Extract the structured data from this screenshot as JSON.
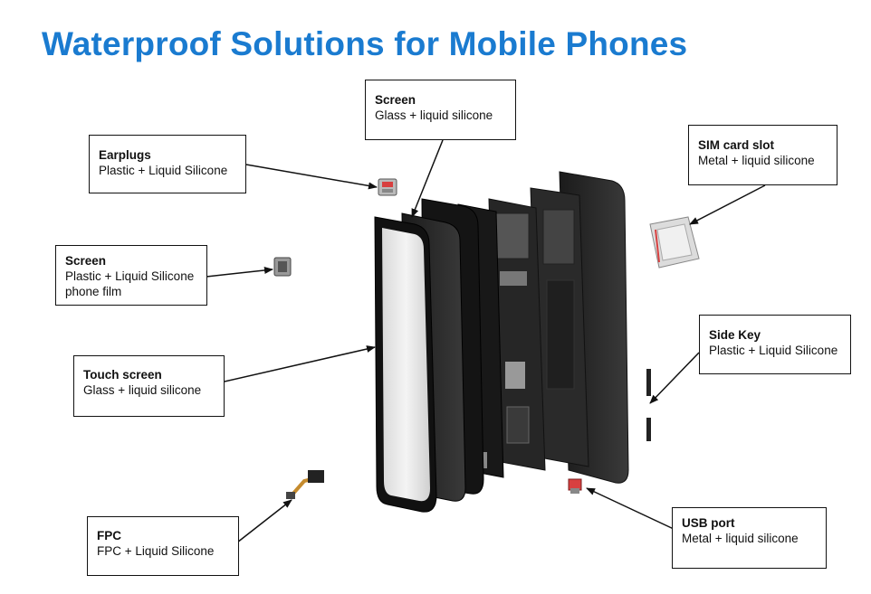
{
  "title": "Waterproof Solutions for Mobile Phones",
  "callouts": {
    "screen_top": {
      "name": "Screen",
      "desc": "Glass + liquid silicone"
    },
    "earplugs": {
      "name": "Earplugs",
      "desc": "Plastic + Liquid Silicone"
    },
    "sim": {
      "name": "SIM card slot",
      "desc": "Metal + liquid silicone"
    },
    "screen_film": {
      "name": "Screen",
      "desc": "Plastic + Liquid Silicone\nphone film"
    },
    "touch": {
      "name": "Touch screen",
      "desc": "Glass + liquid silicone"
    },
    "side_key": {
      "name": "Side Key",
      "desc": "Plastic + Liquid Silicone"
    },
    "fpc": {
      "name": "FPC",
      "desc": "FPC + Liquid Silicone"
    },
    "usb": {
      "name": "USB port",
      "desc": "Metal + liquid silicone"
    }
  }
}
